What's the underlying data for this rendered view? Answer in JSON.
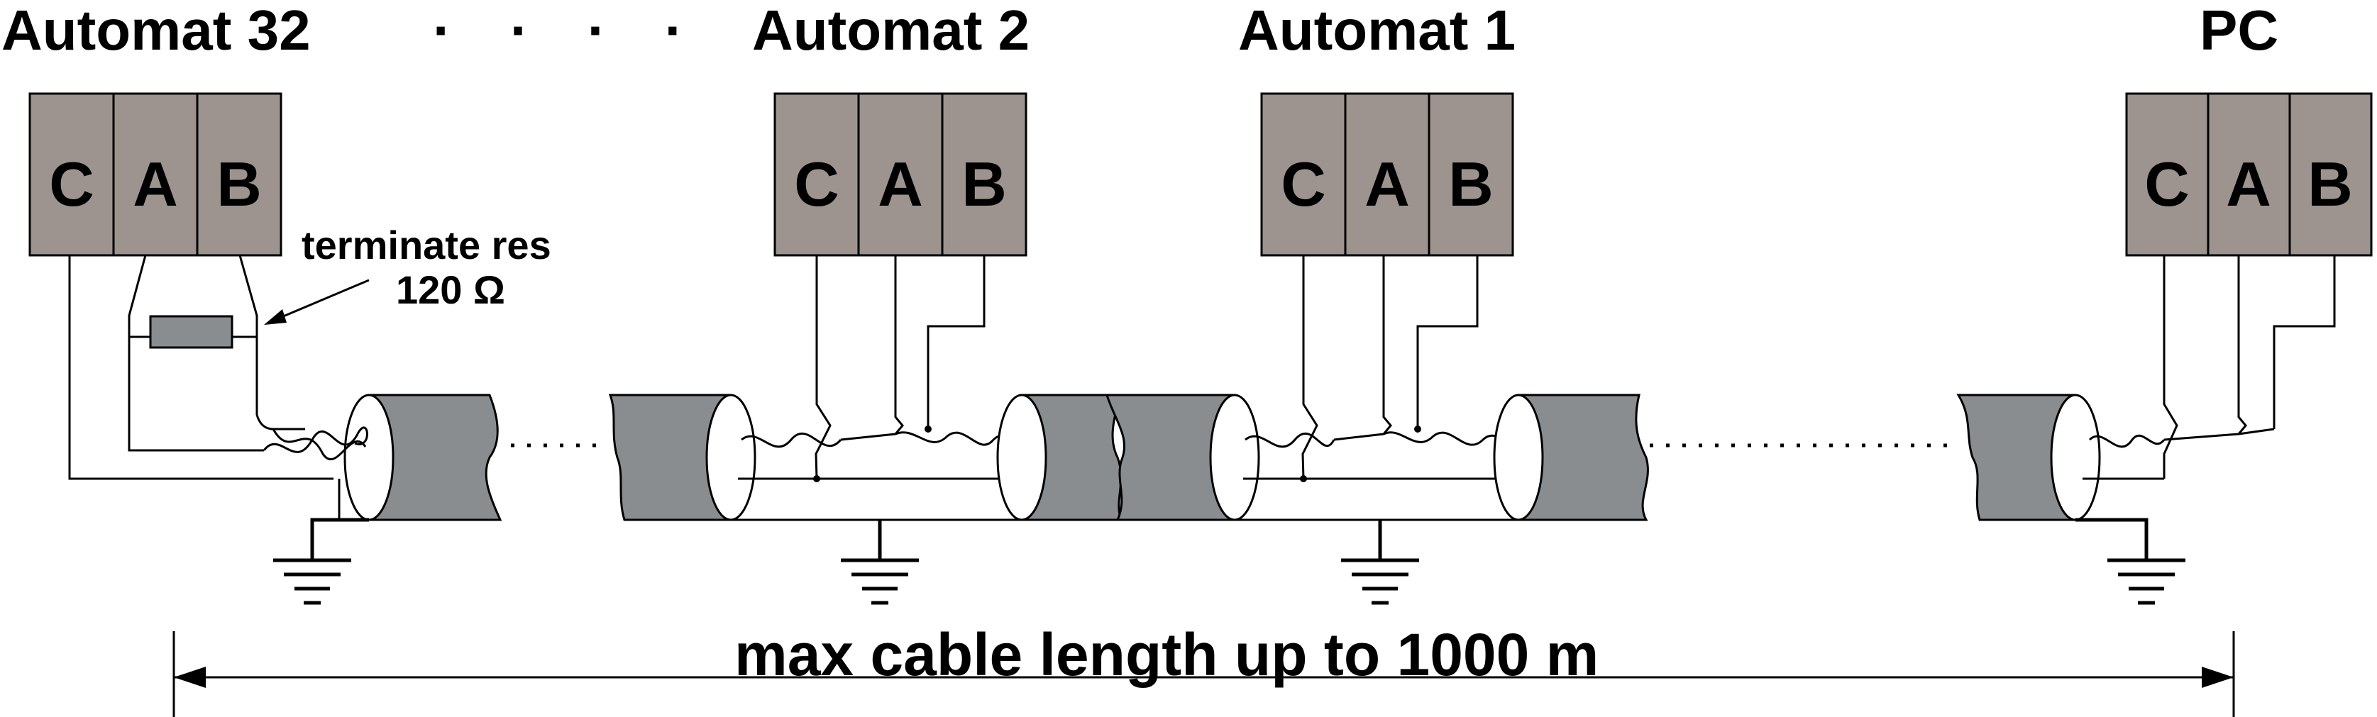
{
  "devices": [
    {
      "id": "automat32",
      "title": "Automat 32",
      "terminals": [
        "C",
        "A",
        "B"
      ]
    },
    {
      "id": "automat2",
      "title": "Automat 2",
      "terminals": [
        "C",
        "A",
        "B"
      ]
    },
    {
      "id": "automat1",
      "title": "Automat 1",
      "terminals": [
        "C",
        "A",
        "B"
      ]
    },
    {
      "id": "pc",
      "title": "PC",
      "terminals": [
        "C",
        "A",
        "B"
      ]
    }
  ],
  "header_dots": "· · · ·",
  "terminator": {
    "line1": "terminate res",
    "line2": "120 Ω"
  },
  "dimension": {
    "label": "max cable length up to 1000 m"
  }
}
